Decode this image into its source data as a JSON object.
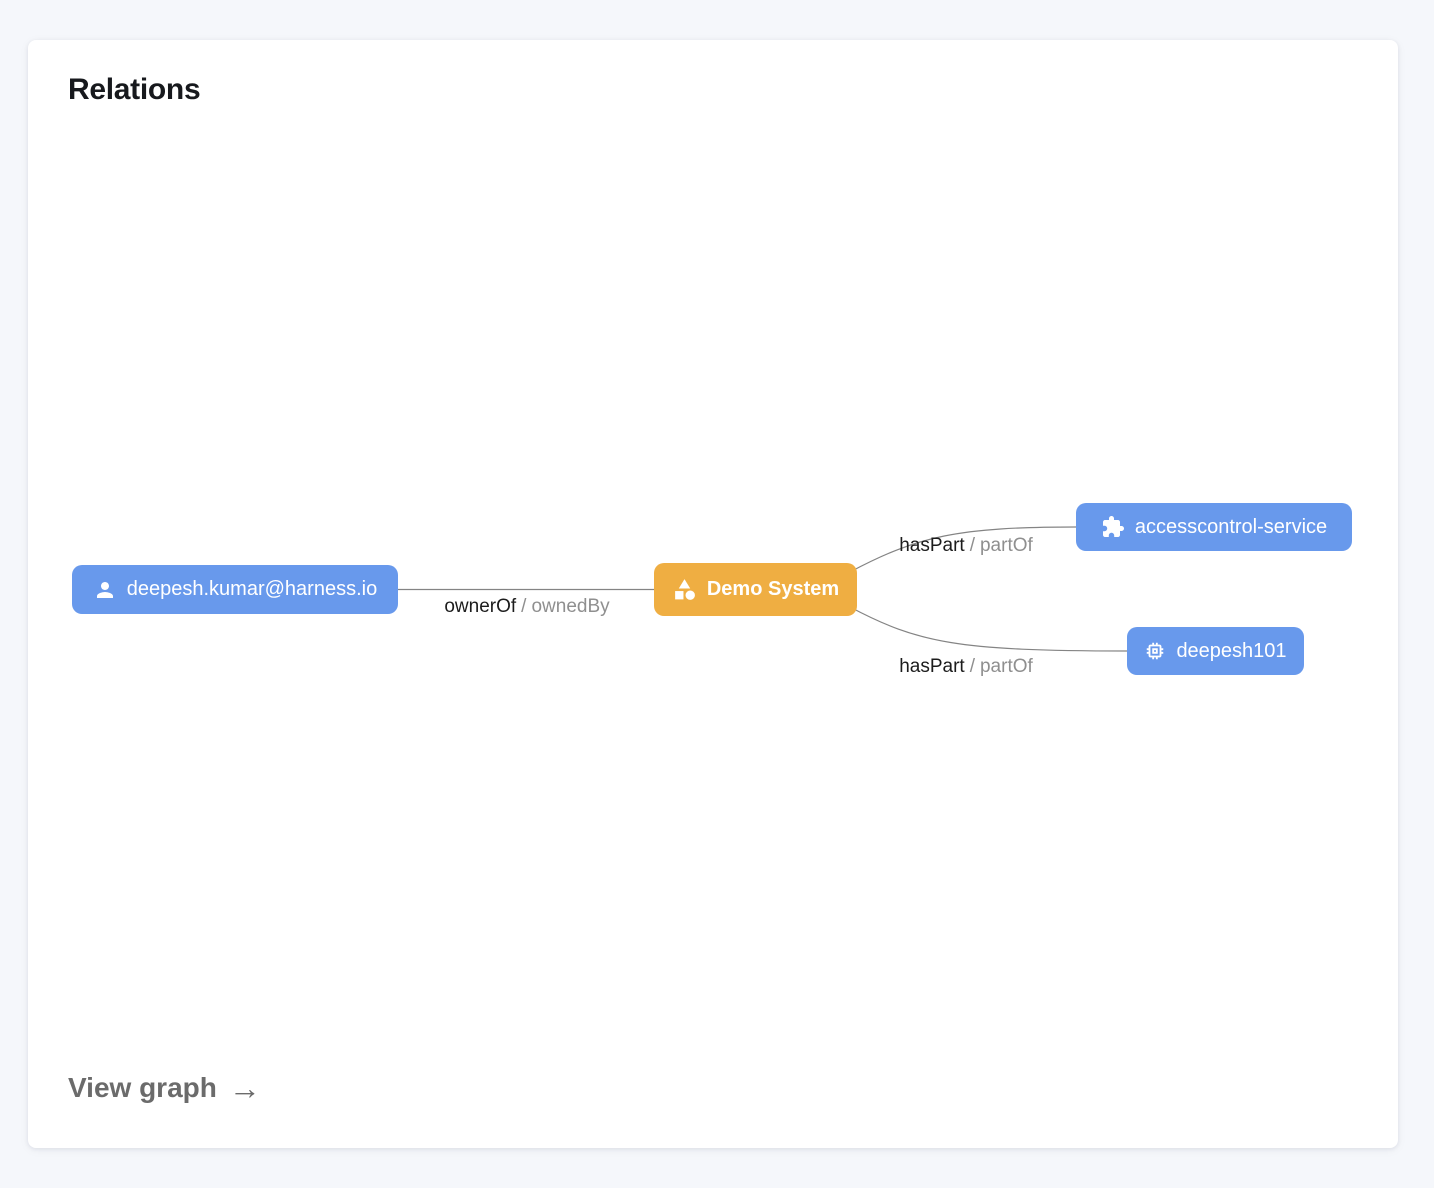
{
  "card": {
    "title": "Relations",
    "footer_link_label": "View graph",
    "footer_arrow": "→"
  },
  "colors": {
    "background": "#F5F7FB",
    "card_background": "#FFFFFF",
    "node_blue": "#6899EC",
    "node_orange": "#EFAE42",
    "edge_stroke": "#848484",
    "edge_label_primary": "#1C1C1C",
    "edge_label_secondary": "#8F8F8F",
    "node_text": "#FFFFFF"
  },
  "graph": {
    "nodes": [
      {
        "id": "user",
        "label": "deepesh.kumar@harness.io",
        "icon": "person-icon",
        "color": "#6899EC"
      },
      {
        "id": "system",
        "label": "Demo System",
        "icon": "category-icon",
        "color": "#EFAE42"
      },
      {
        "id": "service",
        "label": "accesscontrol-service",
        "icon": "extension-icon",
        "color": "#6899EC"
      },
      {
        "id": "component",
        "label": "deepesh101",
        "icon": "memory-icon",
        "color": "#6899EC"
      }
    ],
    "edges": [
      {
        "from": "user",
        "to": "system",
        "label_primary": "ownerOf",
        "separator": "/",
        "label_secondary": "ownedBy"
      },
      {
        "from": "system",
        "to": "service",
        "label_primary": "hasPart",
        "separator": "/",
        "label_secondary": "partOf"
      },
      {
        "from": "system",
        "to": "component",
        "label_primary": "hasPart",
        "separator": "/",
        "label_secondary": "partOf"
      }
    ]
  }
}
